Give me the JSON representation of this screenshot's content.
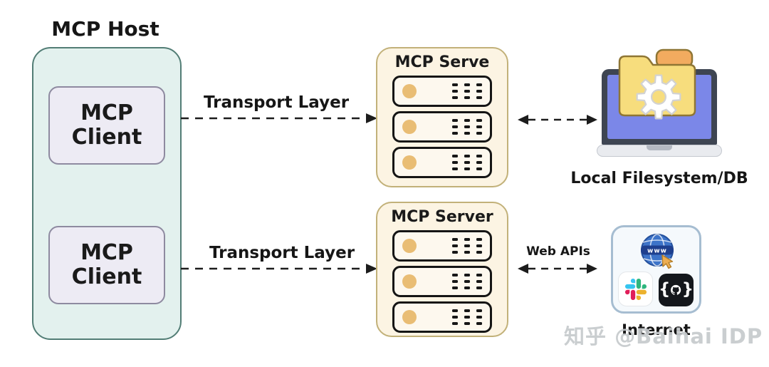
{
  "diagram_title": "MCP Host",
  "host": {
    "title": "MCP Host",
    "clients": [
      {
        "line1": "MCP",
        "line2": "Client"
      },
      {
        "line1": "MCP",
        "line2": "Client"
      }
    ]
  },
  "connections": {
    "transport1_label": "Transport Layer",
    "transport2_label": "Transport Layer",
    "web_apis_label": "Web APIs"
  },
  "servers": [
    {
      "title": "MCP Serve",
      "rack_count": 3
    },
    {
      "title": "MCP Server",
      "rack_count": 3
    }
  ],
  "right": {
    "filesystem_label": "Local Filesystem/DB",
    "internet_label": "Internet"
  },
  "watermark": {
    "text": "知乎 @Baihai IDP"
  },
  "icons": {
    "server_rack": "server-rack-icon",
    "laptop": "laptop-icon",
    "folder": "folder-icon",
    "gear": "gear-icon",
    "globe": "globe-icon",
    "globe_text": "www",
    "slack": "slack-icon",
    "github": "github-icon",
    "github_brace_left": "{",
    "github_brace_right": "}"
  },
  "colors": {
    "host_fill": "#e3f1ee",
    "host_border": "#527d75",
    "client_fill": "#edebf4",
    "client_border": "#8e8aa0",
    "server_fill": "#fcf4e3",
    "server_border": "#c2b179",
    "rack_fill": "#fdf8ee",
    "rack_border": "#151515",
    "led_orange": "#e9bd74",
    "internet_fill": "#f5f9fc",
    "internet_border": "#a6bdd1",
    "laptop_frame": "#3e4552",
    "laptop_screen": "#7b87e8",
    "folder_yellow": "#f7dd7d",
    "folder_orange": "#f2ab5f",
    "folder_outline": "#8f7634",
    "arrow": "#1c1c1c",
    "watermark": "#c6cacd",
    "slack_blue": "#36C5F0",
    "slack_green": "#2EB67D",
    "slack_yellow": "#ECB22E",
    "slack_red": "#E01E5A",
    "globe_blue": "#3d74c9",
    "globe_band": "#1e3f8e",
    "cursor_orange": "#edae52"
  }
}
